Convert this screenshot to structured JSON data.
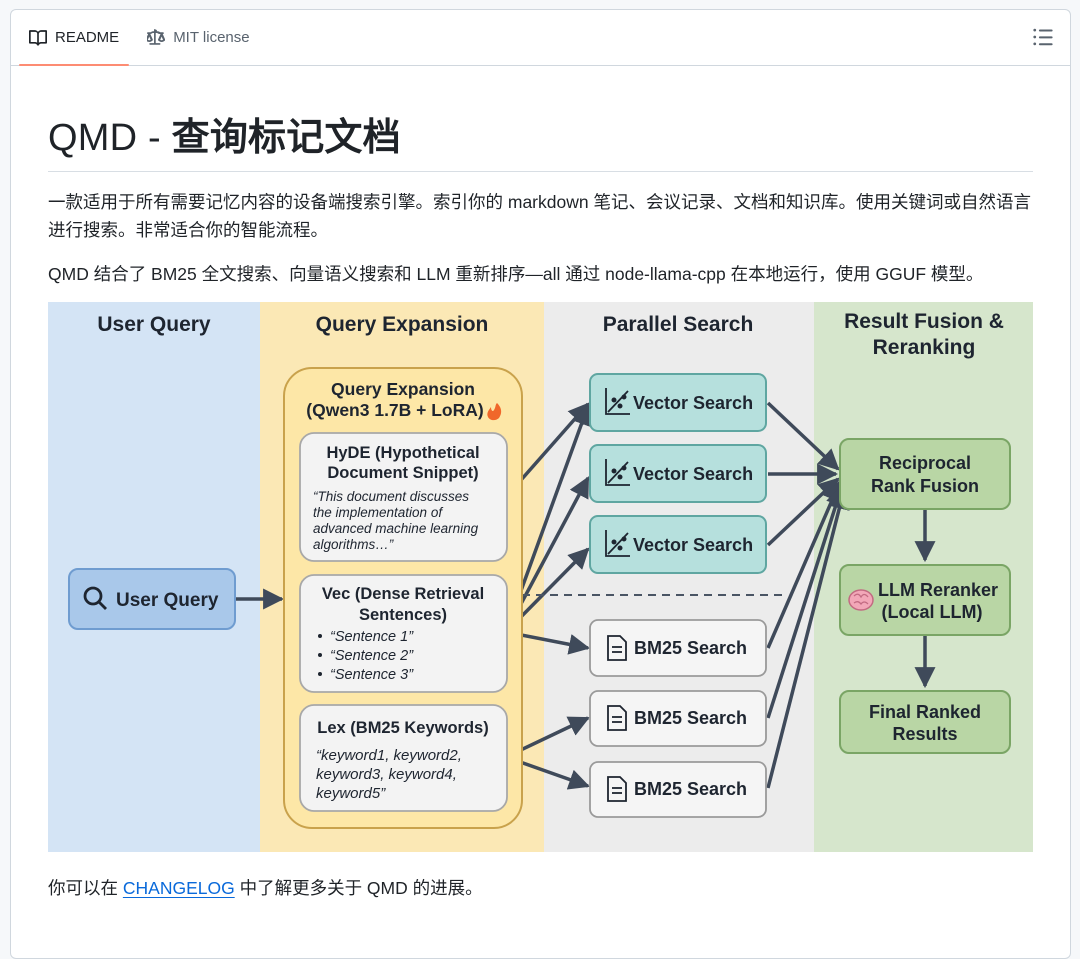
{
  "tabs": {
    "readme": "README",
    "license": "MIT license"
  },
  "heading": {
    "latin": "QMD - ",
    "cn": "查询标记文档"
  },
  "paragraphs": {
    "p1": "一款适用于所有需要记忆内容的设备端搜索引擎。索引你的 markdown 笔记、会议记录、文档和知识库。使用关键词或自然语言进行搜索。非常适合你的智能流程。",
    "p2": "QMD 结合了 BM25 全文搜索、向量语义搜索和 LLM 重新排序—all 通过 node-llama-cpp 在本地运行，使用 GGUF 模型。",
    "p3_before": "你可以在 ",
    "p3_link": "CHANGELOG",
    "p3_after": " 中了解更多关于 QMD 的进展。"
  },
  "diagram": {
    "columns": {
      "c1": "User Query",
      "c2": "Query Expansion",
      "c3": "Parallel Search",
      "c4_l1": "Result Fusion &",
      "c4_l2": "Reranking"
    },
    "user_query_box": "User Query",
    "expansion": {
      "title1": "Query Expansion",
      "title2": "(Qwen3 1.7B + LoRA)",
      "hyde": {
        "t1": "HyDE (Hypothetical",
        "t2": "Document Snippet)",
        "q1": "“This document discusses",
        "q2": "the implementation of",
        "q3": "advanced machine learning",
        "q4": "algorithms…”"
      },
      "vec": {
        "t1": "Vec (Dense Retrieval",
        "t2": "Sentences)",
        "s1": "“Sentence 1”",
        "s2": "“Sentence 2”",
        "s3": "“Sentence 3”"
      },
      "lex": {
        "t1": "Lex (BM25 Keywords)",
        "k1": "“keyword1, keyword2,",
        "k2": "keyword3, keyword4,",
        "k3": "keyword5”"
      }
    },
    "search": {
      "vector": "Vector Search",
      "bm25": "BM25 Search"
    },
    "fusion": {
      "rrf1": "Reciprocal",
      "rrf2": "Rank Fusion",
      "llm1": "LLM Reranker",
      "llm2": "(Local LLM)",
      "fin1": "Final Ranked",
      "fin2": "Results"
    },
    "colors": {
      "col1": "#d4e4f5",
      "col2": "#fbe8b5",
      "col3": "#ececec",
      "col4": "#d6e6cc",
      "vector_box": "#b6e0dd",
      "bm25_box": "#f5f5f5",
      "fusion_box": "#b9d6a5",
      "query_box": "#a9c8ea"
    }
  }
}
